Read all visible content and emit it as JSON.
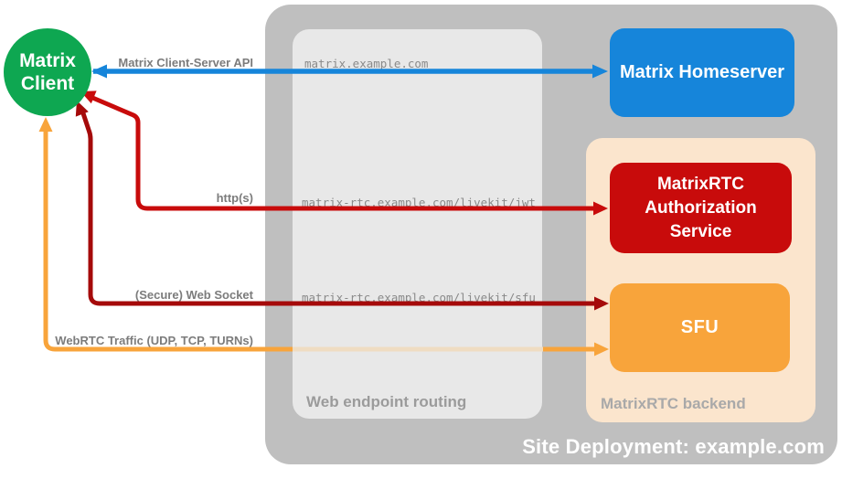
{
  "colors": {
    "green": "#0EA751",
    "blue": "#1685DA",
    "red": "#C80B0B",
    "dark_red": "#A50A0A",
    "orange": "#F8A43B",
    "pale_orange": "#EFDCC2",
    "peach": "#FBE5CD",
    "container_gray": "#BFBFBF",
    "inner_gray": "#E8E8E8"
  },
  "client": {
    "line1": "Matrix",
    "line2": "Client"
  },
  "site": {
    "title": "Site Deployment: example.com"
  },
  "routing": {
    "title": "Web endpoint routing",
    "endpoints": [
      "matrix.example.com",
      "matrix-rtc.example.com/livekit/jwt",
      "matrix-rtc.example.com/livekit/sfu"
    ]
  },
  "backend": {
    "title": "MatrixRTC backend",
    "homeserver_label": "Matrix Homeserver",
    "auth_label": "MatrixRTC Authorization Service",
    "sfu_label": "SFU"
  },
  "connections": [
    {
      "label": "Matrix Client-Server API",
      "color": "blue",
      "bidirectional": true
    },
    {
      "label": "http(s)",
      "color": "red",
      "bidirectional": true
    },
    {
      "label": "(Secure) Web Socket",
      "color": "dark_red",
      "bidirectional": true
    },
    {
      "label": "WebRTC Traffic (UDP, TCP, TURNs)",
      "color": "orange",
      "bidirectional": true
    }
  ]
}
